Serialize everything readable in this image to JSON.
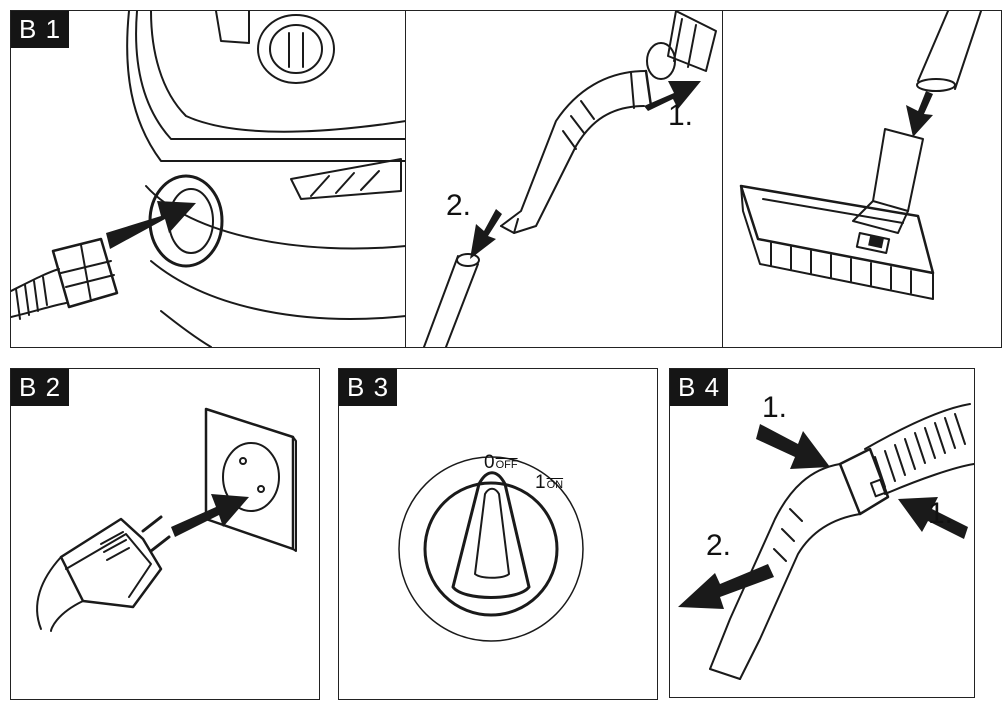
{
  "sections": {
    "b1": {
      "tag": "B 1",
      "steps": [
        "1.",
        "2."
      ]
    },
    "b2": {
      "tag": "B 2"
    },
    "b3": {
      "tag": "B 3",
      "switch": {
        "off_number": "0",
        "off_label": "OFF",
        "on_number": "1",
        "on_label": "ON"
      }
    },
    "b4": {
      "tag": "B 4",
      "steps": [
        "1.",
        "1.",
        "2."
      ]
    }
  },
  "colors": {
    "frame": "#222222",
    "line": "#1a1a1a",
    "fill_dark": "#1a1a1a",
    "fill_light": "#ffffff",
    "tag_bg": "#151515"
  }
}
